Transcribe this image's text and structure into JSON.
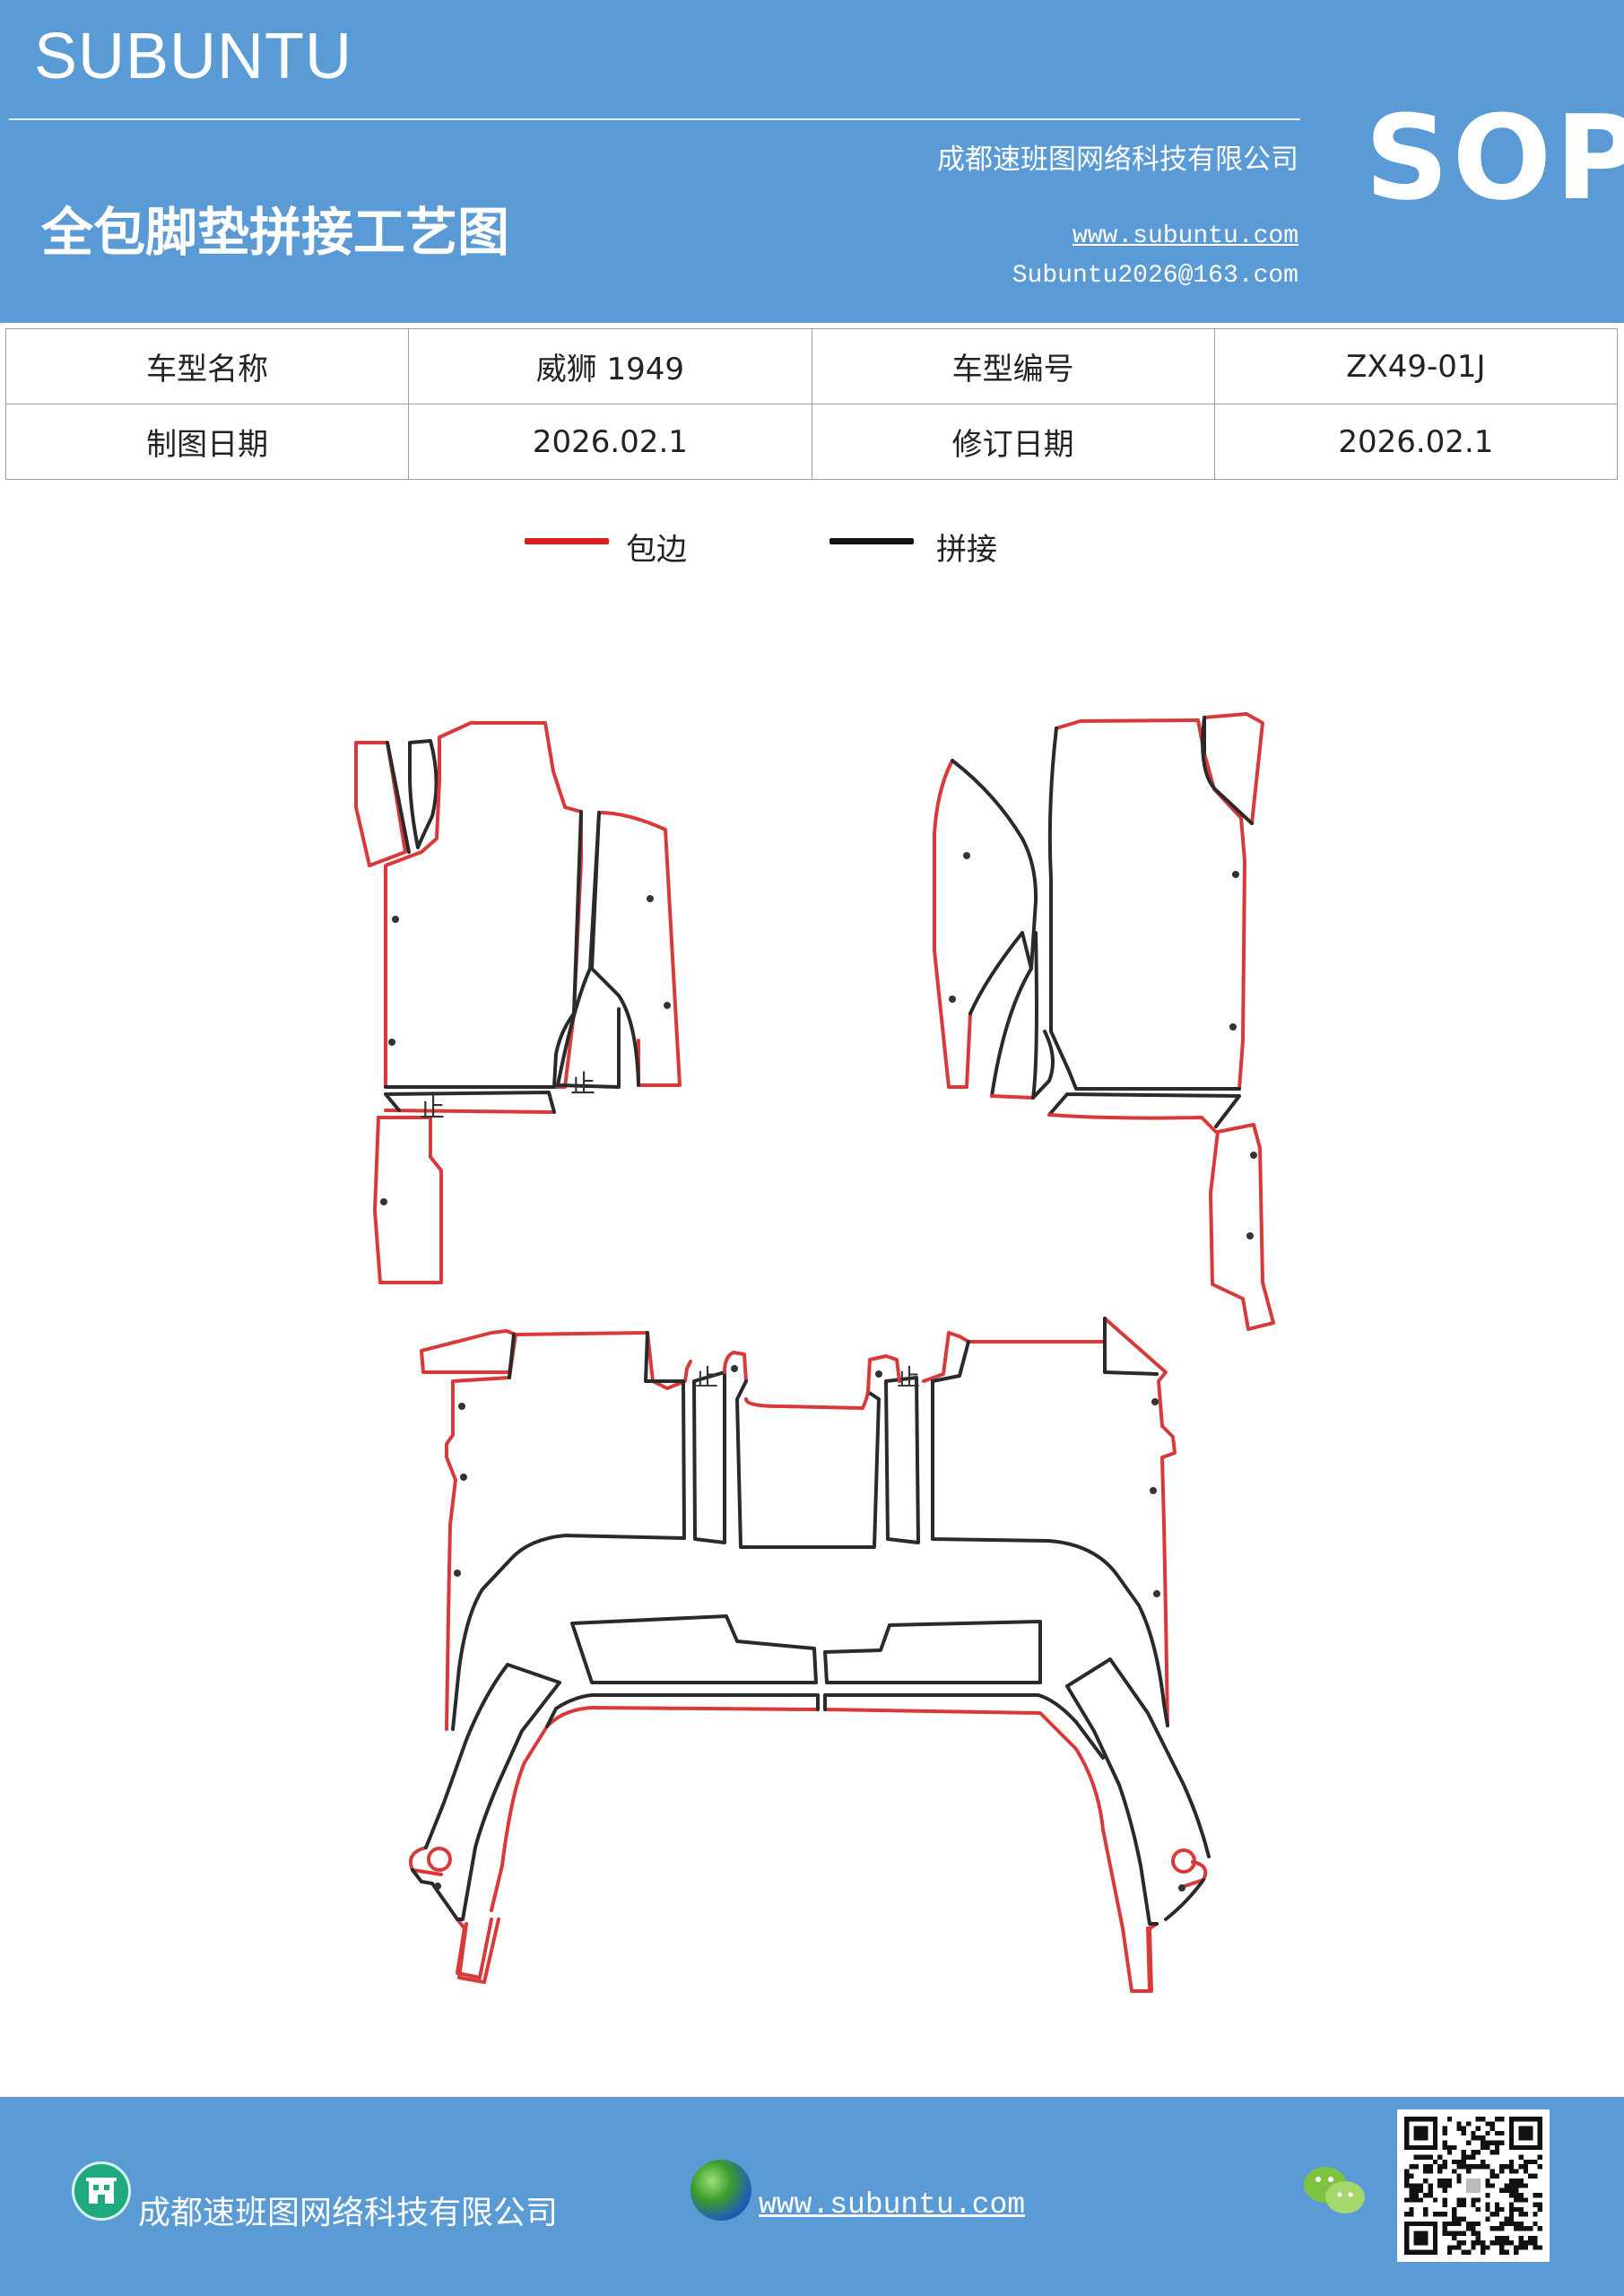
{
  "header": {
    "brand": "SUBUNTU",
    "company": "成都速班图网络科技有限公司",
    "title": "全包脚垫拼接工艺图",
    "website": "www.subuntu.com",
    "email": "Subuntu2026@163.com",
    "badge": "SOP",
    "background_color": "#5b9bd5"
  },
  "info_table": {
    "rows": [
      {
        "label_1": "车型名称",
        "value_1": "威狮 1949",
        "label_2": "车型编号",
        "value_2": "ZX49-01J"
      },
      {
        "label_1": "制图日期",
        "value_1": "2026.02.1",
        "label_2": "修订日期",
        "value_2": "2026.02.1"
      }
    ]
  },
  "legend": {
    "items": [
      {
        "label": "包边",
        "color": "#e01b1b"
      },
      {
        "label": "拼接",
        "color": "#111111"
      }
    ]
  },
  "diagram": {
    "edge_color": "#d83a3a",
    "seam_color": "#2a2a2a",
    "stop_mark": "止"
  },
  "footer": {
    "company": "成都速班图网络科技有限公司",
    "website": "www.subuntu.com",
    "icons": [
      "building-icon",
      "globe-icon",
      "wechat-icon",
      "qr-code"
    ]
  }
}
